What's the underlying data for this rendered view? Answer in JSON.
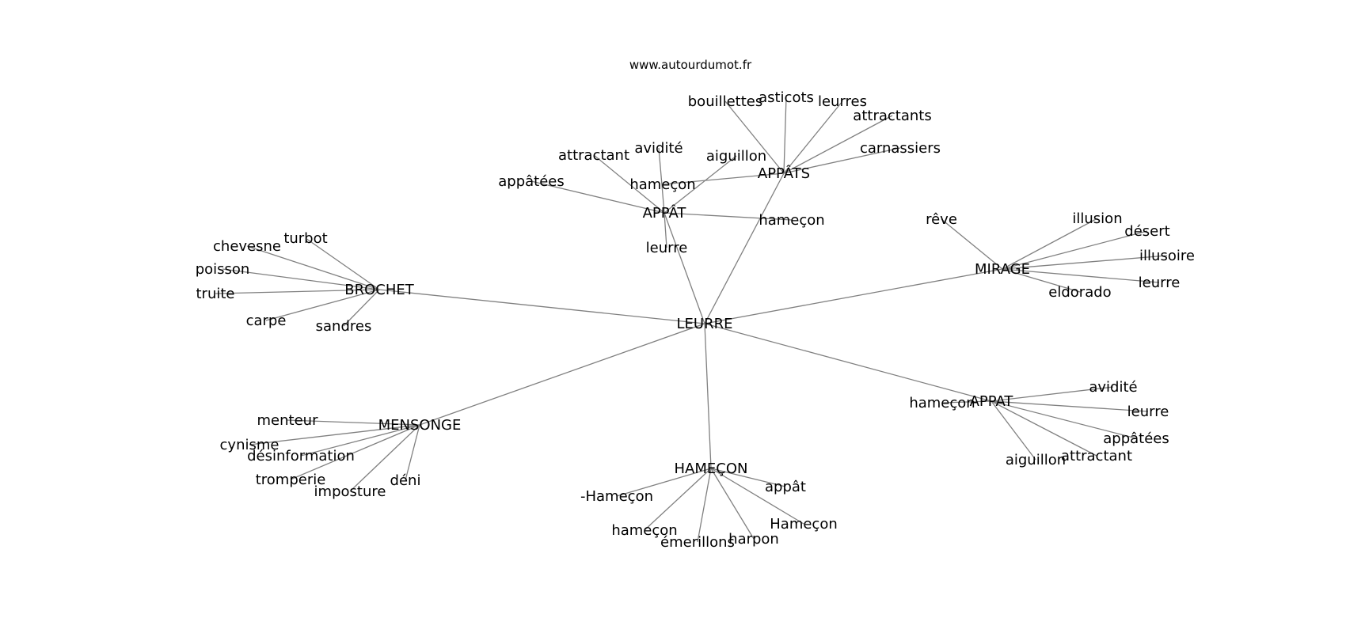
{
  "site": "www.autourdumot.fr",
  "edge_color": "#808080",
  "text_color": "#000000",
  "nodes": [
    {
      "id": "leurre_c",
      "label": "LEURRE"
    },
    {
      "id": "appats",
      "label": "APPÂTS"
    },
    {
      "id": "bouillettes",
      "label": "bouillettes"
    },
    {
      "id": "asticots",
      "label": "asticots"
    },
    {
      "id": "leurres",
      "label": "leurres"
    },
    {
      "id": "attractants",
      "label": "attractants"
    },
    {
      "id": "carnassiers",
      "label": "carnassiers"
    },
    {
      "id": "aiguillon1",
      "label": "aiguillon"
    },
    {
      "id": "hamecon_a",
      "label": "hameçon"
    },
    {
      "id": "appat1",
      "label": "APPÂT"
    },
    {
      "id": "attractant1",
      "label": "attractant"
    },
    {
      "id": "avidite1",
      "label": "avidité"
    },
    {
      "id": "appatees1",
      "label": "appâtées"
    },
    {
      "id": "hamecon_b",
      "label": "hameçon"
    },
    {
      "id": "leurre1",
      "label": "leurre"
    },
    {
      "id": "brochet",
      "label": "BROCHET"
    },
    {
      "id": "turbot",
      "label": "turbot"
    },
    {
      "id": "chevesne",
      "label": "chevesne"
    },
    {
      "id": "poisson",
      "label": "poisson"
    },
    {
      "id": "truite",
      "label": "truite"
    },
    {
      "id": "carpe",
      "label": "carpe"
    },
    {
      "id": "sandres",
      "label": "sandres"
    },
    {
      "id": "mirage",
      "label": "MIRAGE"
    },
    {
      "id": "reve",
      "label": "rêve"
    },
    {
      "id": "illusion",
      "label": "illusion"
    },
    {
      "id": "desert",
      "label": "désert"
    },
    {
      "id": "illusoire",
      "label": "illusoire"
    },
    {
      "id": "leurre2",
      "label": "leurre"
    },
    {
      "id": "eldorado",
      "label": "eldorado"
    },
    {
      "id": "mensonge",
      "label": "MENSONGE"
    },
    {
      "id": "menteur",
      "label": "menteur"
    },
    {
      "id": "cynisme",
      "label": "cynisme"
    },
    {
      "id": "desinformation",
      "label": "désinformation"
    },
    {
      "id": "tromperie",
      "label": "tromperie"
    },
    {
      "id": "imposture",
      "label": "imposture"
    },
    {
      "id": "deni",
      "label": "déni"
    },
    {
      "id": "hamecon_h",
      "label": "HAMEÇON"
    },
    {
      "id": "hamecon_dash",
      "label": "-Hameçon"
    },
    {
      "id": "appat_low",
      "label": "appât"
    },
    {
      "id": "hamecon_cap",
      "label": "Hameçon"
    },
    {
      "id": "hamecon_c",
      "label": "hameçon"
    },
    {
      "id": "emerillons",
      "label": "émerillons"
    },
    {
      "id": "harpon",
      "label": "harpon"
    },
    {
      "id": "appat2",
      "label": "APPAT"
    },
    {
      "id": "hamecon_d",
      "label": "hameçon"
    },
    {
      "id": "avidite2",
      "label": "avidité"
    },
    {
      "id": "leurre3",
      "label": "leurre"
    },
    {
      "id": "appatees2",
      "label": "appâtées"
    },
    {
      "id": "aiguillon2",
      "label": "aiguillon"
    },
    {
      "id": "attractant2",
      "label": "attractant"
    }
  ],
  "edges": [
    [
      "leurre_c",
      "appats"
    ],
    [
      "leurre_c",
      "appat1"
    ],
    [
      "leurre_c",
      "brochet"
    ],
    [
      "leurre_c",
      "mirage"
    ],
    [
      "leurre_c",
      "mensonge"
    ],
    [
      "leurre_c",
      "hamecon_h"
    ],
    [
      "leurre_c",
      "appat2"
    ],
    [
      "appats",
      "bouillettes"
    ],
    [
      "appats",
      "asticots"
    ],
    [
      "appats",
      "leurres"
    ],
    [
      "appats",
      "attractants"
    ],
    [
      "appats",
      "carnassiers"
    ],
    [
      "appats",
      "hamecon_a"
    ],
    [
      "appat1",
      "attractant1"
    ],
    [
      "appat1",
      "avidite1"
    ],
    [
      "appat1",
      "appatees1"
    ],
    [
      "appat1",
      "aiguillon1"
    ],
    [
      "appat1",
      "hamecon_b"
    ],
    [
      "appat1",
      "leurre1"
    ],
    [
      "brochet",
      "turbot"
    ],
    [
      "brochet",
      "chevesne"
    ],
    [
      "brochet",
      "poisson"
    ],
    [
      "brochet",
      "truite"
    ],
    [
      "brochet",
      "carpe"
    ],
    [
      "brochet",
      "sandres"
    ],
    [
      "mirage",
      "reve"
    ],
    [
      "mirage",
      "illusion"
    ],
    [
      "mirage",
      "desert"
    ],
    [
      "mirage",
      "illusoire"
    ],
    [
      "mirage",
      "leurre2"
    ],
    [
      "mirage",
      "eldorado"
    ],
    [
      "mensonge",
      "menteur"
    ],
    [
      "mensonge",
      "cynisme"
    ],
    [
      "mensonge",
      "desinformation"
    ],
    [
      "mensonge",
      "tromperie"
    ],
    [
      "mensonge",
      "imposture"
    ],
    [
      "mensonge",
      "deni"
    ],
    [
      "hamecon_h",
      "hamecon_dash"
    ],
    [
      "hamecon_h",
      "appat_low"
    ],
    [
      "hamecon_h",
      "hamecon_cap"
    ],
    [
      "hamecon_h",
      "hamecon_c"
    ],
    [
      "hamecon_h",
      "emerillons"
    ],
    [
      "hamecon_h",
      "harpon"
    ],
    [
      "appat2",
      "hamecon_d"
    ],
    [
      "appat2",
      "avidite2"
    ],
    [
      "appat2",
      "leurre3"
    ],
    [
      "appat2",
      "appatees2"
    ],
    [
      "appat2",
      "aiguillon2"
    ],
    [
      "appat2",
      "attractant2"
    ]
  ]
}
